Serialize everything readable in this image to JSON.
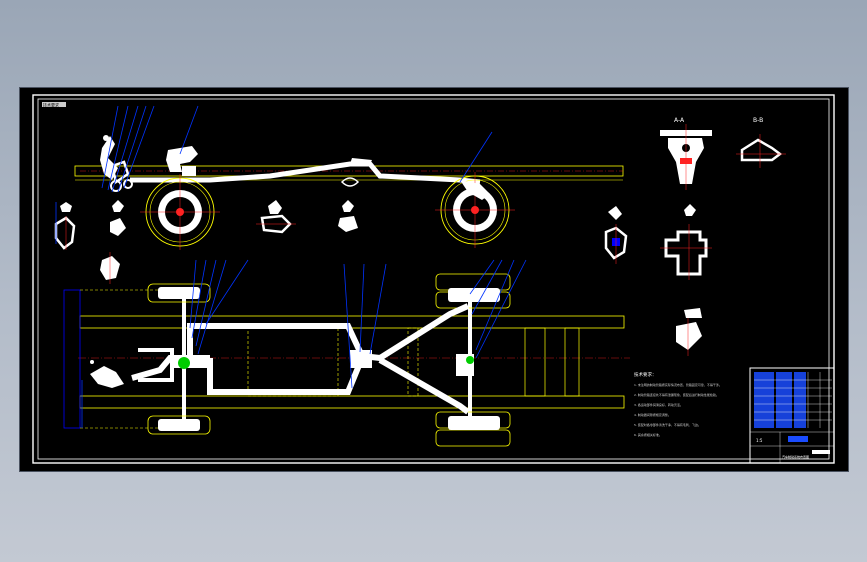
{
  "drawing": {
    "sheet_tag": "技术要求",
    "notes": {
      "heading": "技术要求：",
      "lines": [
        "1. 未注明的制动管路按实际情况布置，管路固定可靠，不得干涉。",
        "2. 制动管路连接处不得有泄漏现象，装配后进行制动性能检验。",
        "3. 各运动部件润滑良好，转动灵活。",
        "4. 制动器间隙按规定调整。",
        "5. 装配时各零部件清洗干净，不得有毛刺、飞边。",
        "6. 其余按相关标准。"
      ]
    },
    "title_block": {
      "drawing_name": "汽车制动系统布置图",
      "scale": "1:5"
    },
    "view_labels": {
      "detail_top": "A-A",
      "detail_right": "B-B"
    }
  },
  "colors": {
    "background": "#000000",
    "frame": "#ffffff",
    "outline": "#ffff00",
    "leader": "#0033ff",
    "centerline": "#ff2020",
    "part": "#ffffff"
  }
}
